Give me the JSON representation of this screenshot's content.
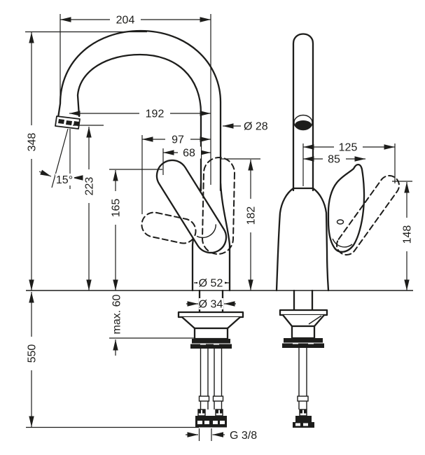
{
  "style": {
    "line_color": "#1d1d1b",
    "background": "#ffffff"
  },
  "dimensions": {
    "spout_width_outer": "204",
    "total_height": "348",
    "spout_reach": "192",
    "spout_diameter": "Ø 28",
    "handle_projection_open": "97",
    "handle_projection": "68",
    "spout_tilt_angle": "15°",
    "outlet_height": "223",
    "handle_top_height": "165",
    "handle_max_height": "182",
    "base_diameter": "Ø 52",
    "tail_diameter": "Ø 34",
    "max_deck_thickness": "max. 60",
    "hose_length": "550",
    "hose_thread": "G 3/8",
    "side_reach_total": "125",
    "side_handle_reach": "85",
    "side_handle_height": "148"
  }
}
